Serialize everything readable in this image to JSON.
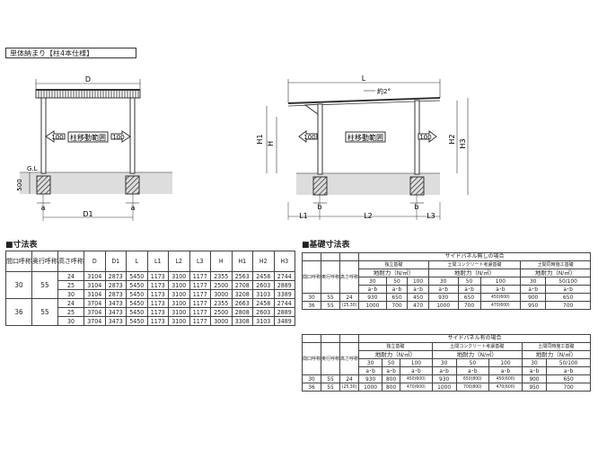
{
  "header": {
    "title": "単体納まり【柱4本仕様】"
  },
  "front": {
    "d": "D",
    "d1": "D1",
    "a1": "a",
    "a2": "a",
    "gl": "G.L",
    "depth": "500",
    "left_arrow": "100",
    "right_arrow": "100",
    "range": "柱移動範囲"
  },
  "side": {
    "l": "L",
    "slope": "約2°",
    "h1": "H1",
    "h": "H",
    "h2": "H2",
    "h3": "H3",
    "l1": "L1",
    "l2": "L2",
    "l3": "L3",
    "b1": "b",
    "b2": "b",
    "left_arrow": "100",
    "right_arrow": "100",
    "range": "柱移動範囲"
  },
  "dims": {
    "title": "■寸法表",
    "headers": [
      "間口呼称",
      "奥行呼称",
      "高さ呼称",
      "D",
      "D1",
      "L",
      "L1",
      "L2",
      "L3",
      "H",
      "H1",
      "H2",
      "H3"
    ],
    "groups": [
      {
        "w": "30",
        "d": "55",
        "rows": [
          [
            "24",
            "3104",
            "2873",
            "5450",
            "1173",
            "3100",
            "1177",
            "2355",
            "2563",
            "2458",
            "2744"
          ],
          [
            "25",
            "3104",
            "2873",
            "5450",
            "1173",
            "3100",
            "1177",
            "2500",
            "2708",
            "2603",
            "2889"
          ],
          [
            "30",
            "3104",
            "2873",
            "5450",
            "1173",
            "3100",
            "1177",
            "3000",
            "3208",
            "3103",
            "3389"
          ]
        ]
      },
      {
        "w": "36",
        "d": "55",
        "rows": [
          [
            "24",
            "3704",
            "3473",
            "5450",
            "1173",
            "3100",
            "1177",
            "2355",
            "2663",
            "2458",
            "2744"
          ],
          [
            "25",
            "3704",
            "3473",
            "5450",
            "1173",
            "3100",
            "1177",
            "2500",
            "2808",
            "2603",
            "2889"
          ],
          [
            "30",
            "3704",
            "3473",
            "5450",
            "1173",
            "3100",
            "1177",
            "3000",
            "3308",
            "3103",
            "3489"
          ]
        ]
      }
    ]
  },
  "found": {
    "title": "■基礎寸法表",
    "t1": {
      "caption": "サイドパネル無しの場合",
      "h_w": "間口呼称",
      "h_d": "奥行呼称",
      "h_h": "高さ呼称",
      "types": [
        "独立基礎",
        "土間コンクリート考慮基礎",
        "土間同時施工基礎"
      ],
      "force": "地耐力（N/㎡）",
      "vals": [
        "30",
        "50",
        "100",
        "30",
        "50",
        "100",
        "30",
        "50/100"
      ],
      "ab": "a･b",
      "rows": [
        {
          "w": "30",
          "d": "55",
          "h": "24",
          "c": [
            "930",
            "650",
            "450",
            "930",
            "650",
            "450(600)",
            "900",
            "650"
          ]
        },
        {
          "w": "36",
          "d": "55",
          "h": "(25,30)",
          "c": [
            "1000",
            "700",
            "470",
            "1000",
            "700",
            "470(600)",
            "950",
            "700"
          ]
        }
      ]
    },
    "t2": {
      "caption": "サイドパネル有の場合",
      "h_w": "間口呼称",
      "h_d": "奥行呼称",
      "h_h": "高さ呼称",
      "types": [
        "独立基礎",
        "土間コンクリート考慮基礎",
        "土間同時施工基礎"
      ],
      "force": "地耐力（N/㎡）",
      "vals": [
        "30",
        "50",
        "100",
        "30",
        "50",
        "100",
        "30",
        "50/100"
      ],
      "ab": "a･b",
      "rows": [
        {
          "w": "30",
          "d": "55",
          "h": "24",
          "c": [
            "930",
            "800",
            "450(600)",
            "930",
            "650(800)",
            "450(600)",
            "900",
            "650"
          ]
        },
        {
          "w": "36",
          "d": "55",
          "h": "(25,30)",
          "c": [
            "1000",
            "800",
            "470(600)",
            "1000",
            "700(800)",
            "470(600)",
            "950",
            "700"
          ]
        }
      ]
    }
  }
}
